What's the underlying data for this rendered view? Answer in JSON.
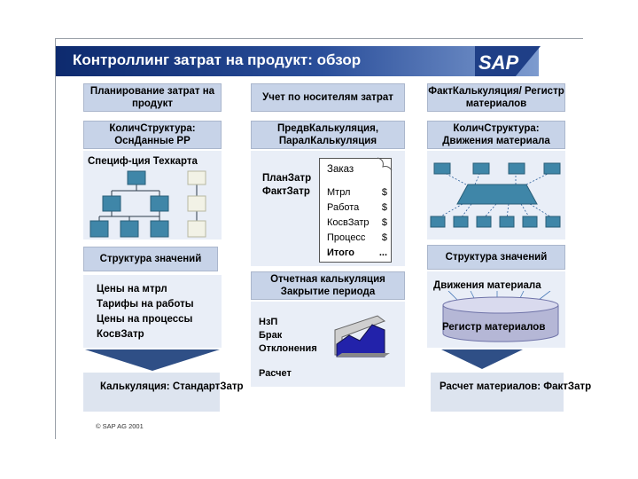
{
  "header": {
    "title": "Контроллинг затрат на продукт: обзор",
    "logo": "SAP"
  },
  "col1": {
    "heading": "Планирование затрат на продукт",
    "sub_heading": "КоличСтруктура: ОснДанные РР",
    "panel_label": "Специф-ция Техкарта",
    "value_heading": "Структура значений",
    "values": [
      "Цены на мтрл",
      "Тарифы на работы",
      "Цены на процессы",
      "КосвЗатр"
    ],
    "result": "Калькуляция: СтандартЗатр"
  },
  "col2": {
    "heading": "Учет по носителям затрат",
    "sub_heading": "ПредвКалькуляция, ПаралКалькуляция",
    "plan_label": "ПланЗатр",
    "fact_label": "ФактЗатр",
    "order_doc": {
      "title": "Заказ",
      "rows": [
        {
          "label": "Мтрл",
          "unit": "$"
        },
        {
          "label": "Работа",
          "unit": "$"
        },
        {
          "label": "КосвЗатр",
          "unit": "$"
        },
        {
          "label": "Процесс",
          "unit": "$"
        },
        {
          "label": "Итого",
          "unit": "..."
        }
      ]
    },
    "period_heading": "Отчетная калькуляция Закрытие периода",
    "period_items": [
      "НзП",
      "Брак",
      "Отклонения"
    ],
    "calc_label": "Расчет"
  },
  "col3": {
    "heading": "ФактКалькуляция/ Регистр материалов",
    "sub_heading": "КоличСтруктура: Движения материала",
    "value_heading": "Структура значений",
    "movements_label": "Движения материала",
    "register_label": "Регистр материалов",
    "result": "Расчет материалов: ФактЗатр"
  },
  "footer": {
    "copyright": "© SAP AG 2001"
  }
}
